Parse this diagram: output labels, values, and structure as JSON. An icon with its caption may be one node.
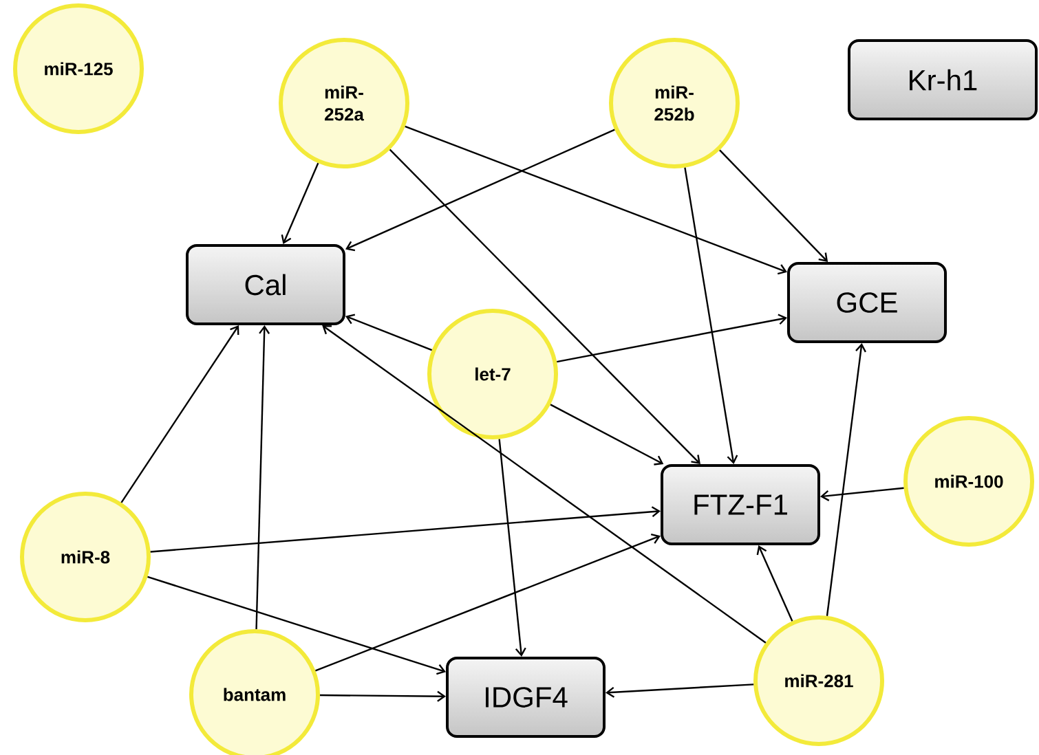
{
  "diagram": {
    "nodes": [
      {
        "text": [
          "miR-125"
        ]
      },
      {
        "text": [
          "miR- 252a"
        ]
      },
      {
        "text": [
          "miR- 252b"
        ]
      },
      {
        "text": [
          "Kr-h1"
        ]
      },
      {
        "text": [
          "Cal"
        ]
      },
      {
        "text": [
          "GCE"
        ]
      },
      {
        "text": [
          "let-7"
        ]
      },
      {
        "text": [
          "miR-100"
        ]
      },
      {
        "text": [
          "FTZ-F1"
        ]
      },
      {
        "text": [
          "miR-8"
        ]
      },
      {
        "text": [
          "bantam"
        ]
      },
      {
        "text": [
          "IDGF4"
        ]
      },
      {
        "text": [
          "miR-281"
        ]
      }
    ],
    "edges": [
      {
        "from": 1,
        "to": 4,
        "arrow": "to"
      },
      {
        "from": 1,
        "to": 5,
        "arrow": "to"
      },
      {
        "from": 1,
        "to": 8,
        "arrow": "to"
      },
      {
        "from": 2,
        "to": 4,
        "arrow": "to"
      },
      {
        "from": 2,
        "to": 5,
        "arrow": "to"
      },
      {
        "from": 2,
        "to": 8,
        "arrow": "to"
      },
      {
        "from": 6,
        "to": 4,
        "arrow": "to"
      },
      {
        "from": 6,
        "to": 5,
        "arrow": "to"
      },
      {
        "from": 6,
        "to": 8,
        "arrow": "to"
      },
      {
        "from": 6,
        "to": 11,
        "arrow": "to"
      },
      {
        "from": 9,
        "to": 4,
        "arrow": "to"
      },
      {
        "from": 9,
        "to": 8,
        "arrow": "to"
      },
      {
        "from": 9,
        "to": 11,
        "arrow": "to"
      },
      {
        "from": 10,
        "to": 4,
        "arrow": "to"
      },
      {
        "from": 10,
        "to": 8,
        "arrow": "to"
      },
      {
        "from": 10,
        "to": 11,
        "arrow": "to"
      },
      {
        "from": 7,
        "to": 8,
        "arrow": "to"
      },
      {
        "from": 12,
        "to": 8,
        "arrow": "to"
      },
      {
        "from": 12,
        "to": 5,
        "arrow": "to"
      },
      {
        "from": 12,
        "to": 11,
        "arrow": "to"
      },
      {
        "from": 12,
        "to": 4,
        "arrow": "to"
      }
    ]
  }
}
